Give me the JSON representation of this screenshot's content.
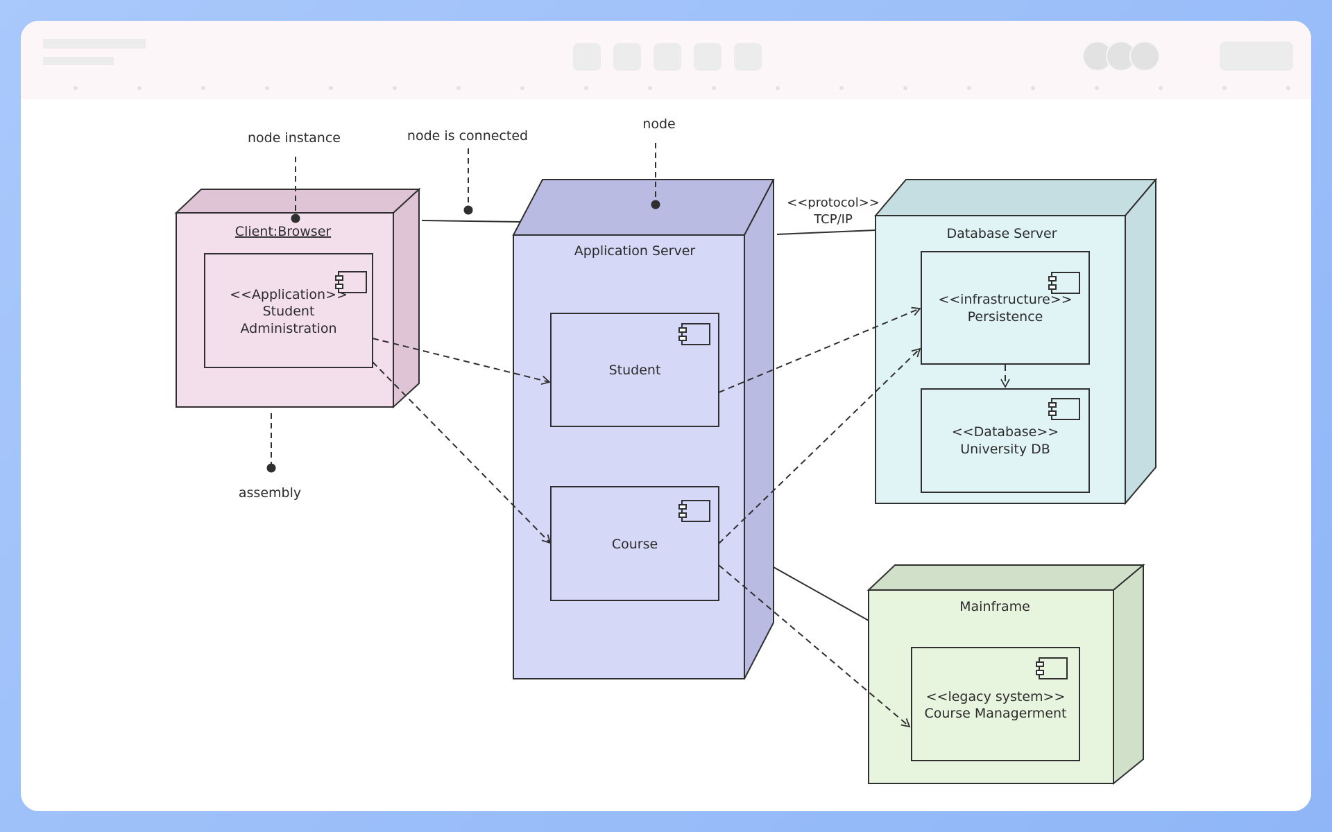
{
  "colors": {
    "client": "#f3dfec",
    "client_side": "#dfc4d6",
    "app": "#d5d8f6",
    "app_side": "#b9bbe2",
    "db": "#e0f4f6",
    "db_side": "#c5dee1",
    "mainframe": "#e8f5de",
    "mainframe_side": "#d1e0c8",
    "stroke": "#2f2f2f"
  },
  "annotations": {
    "node_instance": "node instance",
    "node_is_connected": "node is connected",
    "node": "node",
    "assembly": "assembly"
  },
  "nodes": {
    "client": {
      "title": "Client:Browser",
      "component": {
        "stereotype": "<<Application>>",
        "line1": "Student",
        "line2": "Administration"
      }
    },
    "app_server": {
      "title": "Application Server",
      "components": {
        "student": "Student",
        "course": "Course"
      }
    },
    "db_server": {
      "title": "Database Server",
      "persistence": {
        "stereotype": "<<infrastructure>>",
        "name": "Persistence"
      },
      "database": {
        "stereotype": "<<Database>>",
        "name": "University DB"
      }
    },
    "mainframe": {
      "title": "Mainframe",
      "component": {
        "stereotype": "<<legacy system>>",
        "name": "Course Managerment"
      }
    }
  },
  "connection_label": {
    "line1": "<<protocol>>",
    "line2": "TCP/IP"
  }
}
